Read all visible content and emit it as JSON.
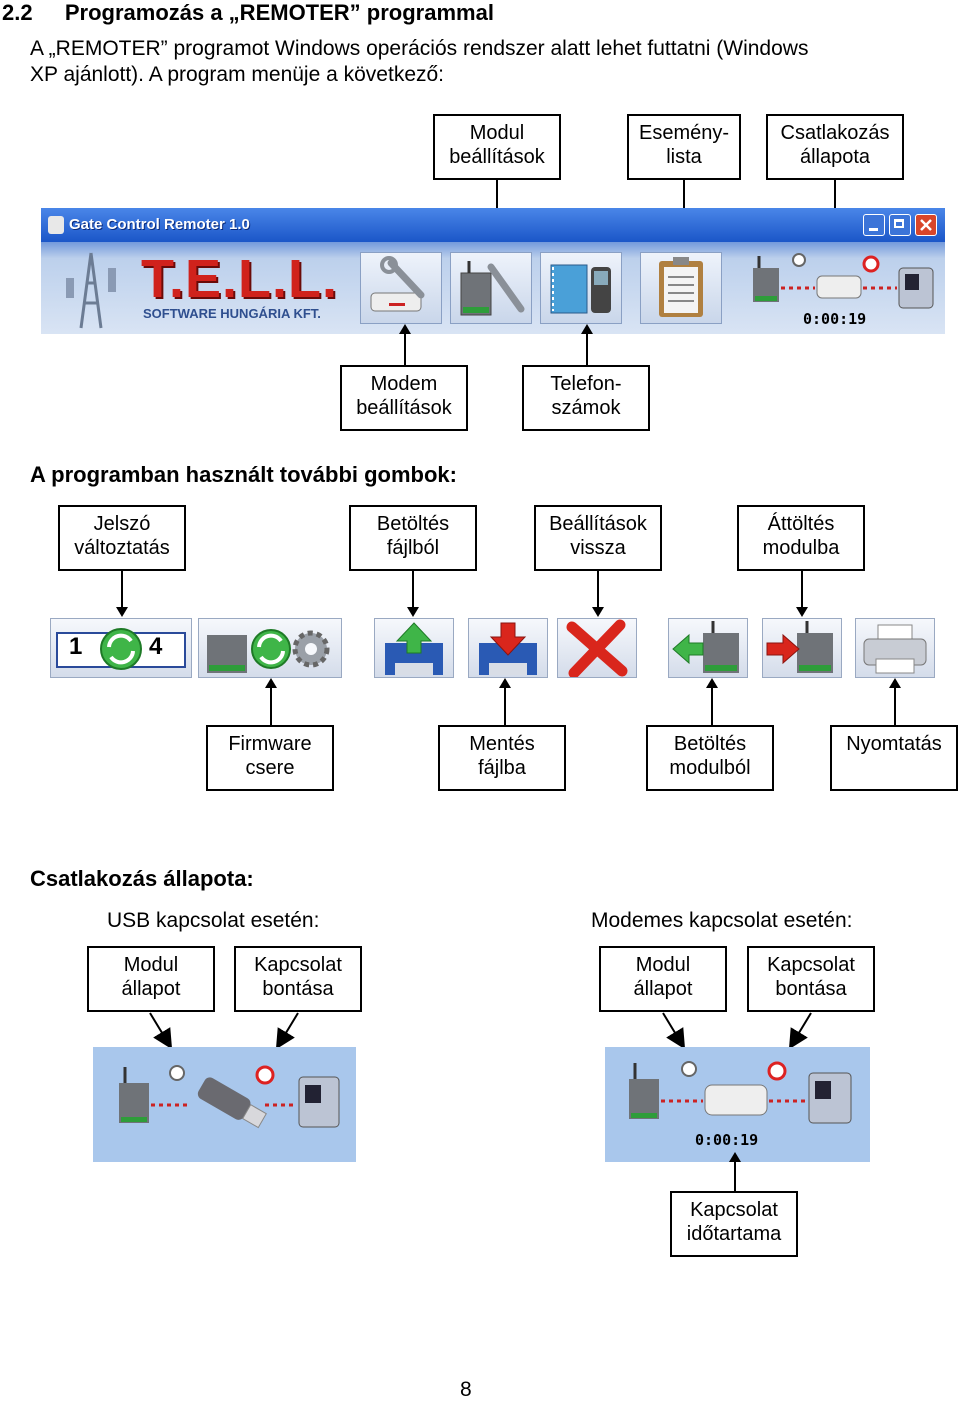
{
  "section": {
    "number": "2.2",
    "title": "Programozás a „REMOTER” programmal"
  },
  "intro": {
    "line1": "A „REMOTER” programot Windows operációs rendszer alatt lehet futtatni (Windows",
    "line2": "XP ajánlott). A program menüje a következő:"
  },
  "menu_labels_top": [
    {
      "l1": "Modul",
      "l2": "beállítások"
    },
    {
      "l1": "Esemény-",
      "l2": "lista"
    },
    {
      "l1": "Csatlakozás",
      "l2": "állapota"
    }
  ],
  "window": {
    "title": "Gate Control Remoter 1.0",
    "brand": "T.E.L.L.",
    "brand_sub": "SOFTWARE HUNGÁRIA KFT.",
    "timer": "0:00:19"
  },
  "menu_labels_bottom": [
    {
      "l1": "Modem",
      "l2": "beállítások"
    },
    {
      "l1": "Telefon-",
      "l2": "számok"
    }
  ],
  "buttons_heading": "A programban használt további gombok:",
  "buttons_labels_top": [
    {
      "l1": "Jelszó",
      "l2": "változtatás"
    },
    {
      "l1": "Betöltés",
      "l2": "fájlból"
    },
    {
      "l1": "Beállítások",
      "l2": "vissza"
    },
    {
      "l1": "Áttöltés",
      "l2": "modulba"
    }
  ],
  "password_digits": {
    "left": "1",
    "right": "4"
  },
  "buttons_labels_bottom": [
    {
      "l1": "Firmware",
      "l2": "csere"
    },
    {
      "l1": "Mentés",
      "l2": "fájlba"
    },
    {
      "l1": "Betöltés",
      "l2": "modulból"
    },
    {
      "l1": "Nyomtatás",
      "l2": ""
    }
  ],
  "connection": {
    "heading": "Csatlakozás állapota:",
    "usb_title": "USB kapcsolat esetén:",
    "modem_title": "Modemes kapcsolat esetén:",
    "usb_labels": [
      {
        "l1": "Modul",
        "l2": "állapot"
      },
      {
        "l1": "Kapcsolat",
        "l2": "bontása"
      }
    ],
    "modem_labels": [
      {
        "l1": "Modul",
        "l2": "állapot"
      },
      {
        "l1": "Kapcsolat",
        "l2": "bontása"
      }
    ],
    "modem_timer": "0:00:19",
    "duration_label": {
      "l1": "Kapcsolat",
      "l2": "időtartama"
    }
  },
  "page_number": "8"
}
